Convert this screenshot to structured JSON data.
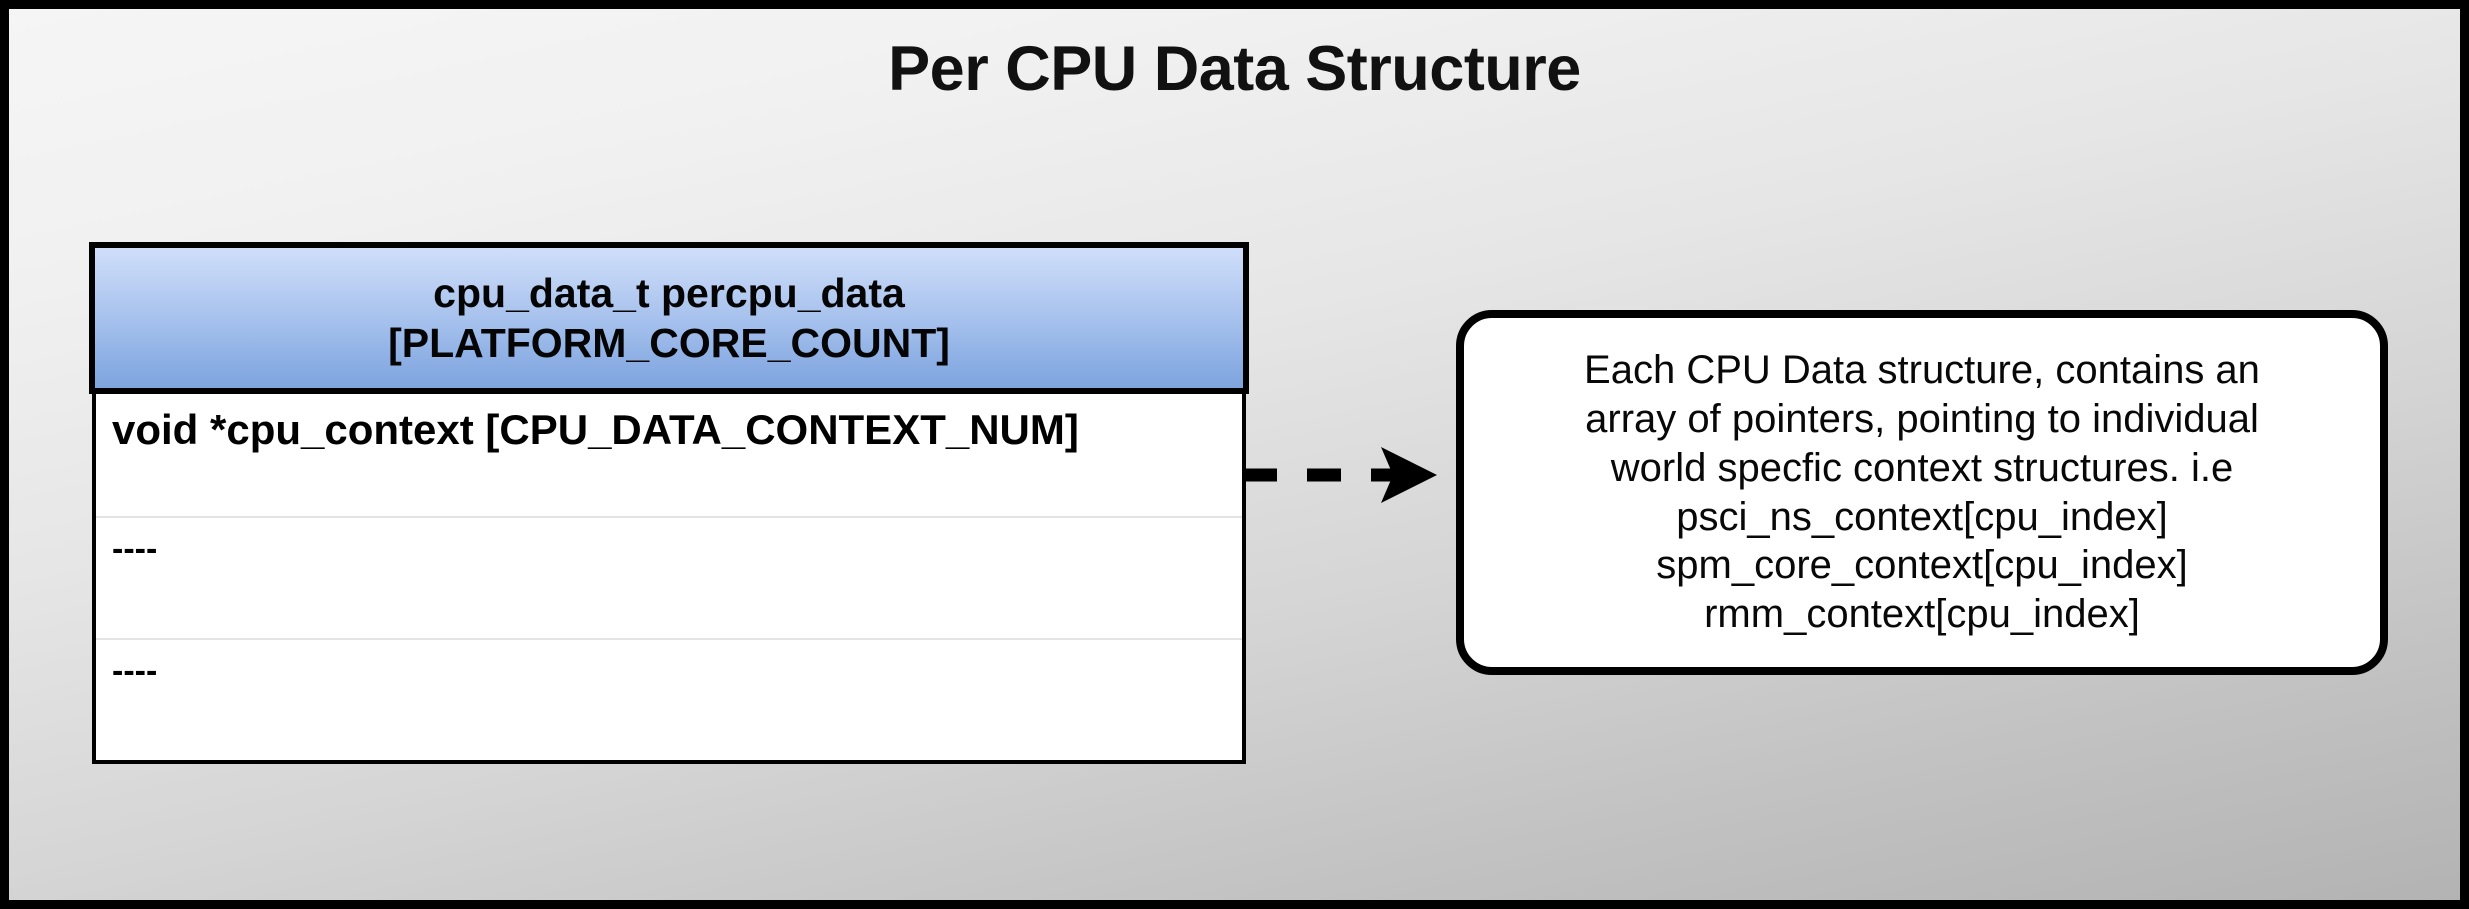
{
  "slide": {
    "title": "Per CPU Data Structure",
    "background_top_color": "#f5f5f5",
    "background_bottom_color": "#b3b3b3",
    "frame_color": "#000000"
  },
  "struct_table": {
    "header": {
      "line1": "cpu_data_t percpu_data",
      "line2": "[PLATFORM_CORE_COUNT]",
      "gradient_top_color": "#cfdefa",
      "gradient_bottom_color": "#7ea4de",
      "border_color": "#000000"
    },
    "rows": [
      {
        "text": "void *cpu_context [CPU_DATA_CONTEXT_NUM]",
        "style": "field"
      },
      {
        "text": "----",
        "style": "placeholder"
      },
      {
        "text": "----",
        "style": "placeholder"
      }
    ],
    "row_separator_color": "#e4e4e4",
    "body_background": "#ffffff"
  },
  "connector": {
    "icon": "dashed-arrow-right-icon",
    "style": "dashed",
    "color": "#000000",
    "direction": "right"
  },
  "callout": {
    "lines": [
      "Each CPU Data structure, contains an",
      "array of pointers, pointing to individual",
      "world specfic context structures. i.e",
      "psci_ns_context[cpu_index]",
      "spm_core_context[cpu_index]",
      "rmm_context[cpu_index]"
    ],
    "border_color": "#000000",
    "background": "#ffffff"
  }
}
